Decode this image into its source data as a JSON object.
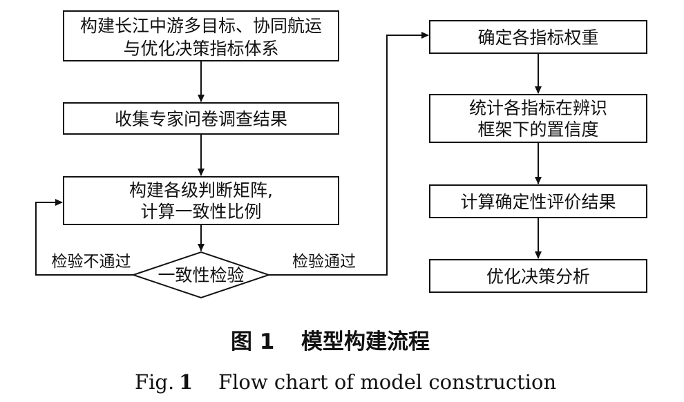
{
  "nodes": {
    "build_system": {
      "lines": [
        "构建长江中游多目标、协同航运",
        "与优化决策指标体系"
      ]
    },
    "collect_survey": {
      "lines": [
        "收集专家问卷调查结果"
      ]
    },
    "build_matrix": {
      "lines": [
        "构建各级判断矩阵,",
        "计算一致性比例"
      ]
    },
    "consistency_check": {
      "lines": [
        "一致性检验"
      ]
    },
    "determine_weights": {
      "lines": [
        "确定各指标权重"
      ]
    },
    "confidence": {
      "lines": [
        "统计各指标在辨识",
        "框架下的置信度"
      ]
    },
    "certainty": {
      "lines": [
        "计算确定性评价结果"
      ]
    },
    "decision": {
      "lines": [
        "优化决策分析"
      ]
    }
  },
  "edges": {
    "fail_label": "检验不通过",
    "pass_label": "检验通过"
  },
  "caption": {
    "cn_number": "图 1",
    "cn_title": "模型构建流程",
    "en_prefix": "Fig.",
    "en_number": "1",
    "en_title": "Flow chart of model construction"
  }
}
